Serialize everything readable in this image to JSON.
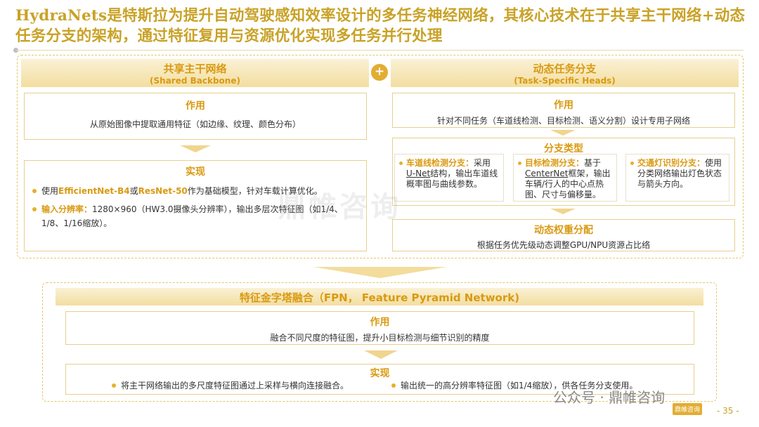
{
  "title": "HydraNets是特斯拉为提升自动驾驶感知效率设计的多任务神经网络，其核心技术在于共享主干网络+动态任务分支的架构，通过特征复用与资源优化实现多任务并行处理",
  "watermark": "鼎帷咨询",
  "plus_symbol": "+",
  "backbone": {
    "title": "共享主干网络",
    "subtitle": "(Shared Backbone)",
    "role": {
      "title": "作用",
      "text": "从原始图像中提取通用特征（如边缘、纹理、颜色分布）"
    },
    "impl": {
      "title": "实现",
      "item1_prefix": "使用",
      "item1_model_a": "EfficientNet-B4",
      "item1_or": "或",
      "item1_model_b": "ResNet-50",
      "item1_suffix": "作为基础模型，针对车载计算优化。",
      "item2_label": "输入分辨率：",
      "item2_text": "1280×960（HW3.0摄像头分辨率），输出多层次特征图（如1/4、1/8、1/16缩放）。"
    }
  },
  "heads": {
    "title": "动态任务分支",
    "subtitle": "(Task-Specific Heads)",
    "role": {
      "title": "作用",
      "text": "针对不同任务（车道线检测、目标检测、语义分割）设计专用子网络"
    },
    "branch_types": {
      "title": "分支类型",
      "lane": {
        "label": "车道线检测分支：",
        "text_a": "采用",
        "model": "U-Net",
        "text_b": "结构，输出车道线概率图与曲线参数。"
      },
      "object": {
        "label": "目标检测分支：",
        "text_a": "基于",
        "model": "CenterNet",
        "text_b": "框架，输出车辆/行人的中心点热图、尺寸与偏移量。"
      },
      "traffic": {
        "label": "交通灯识别分支：",
        "text": "使用分类网络输出灯色状态与箭头方向。"
      }
    },
    "weight": {
      "title": "动态权重分配",
      "text": "根据任务优先级动态调整GPU/NPU资源占比络"
    }
  },
  "fpn": {
    "title": "特征金字塔融合（FPN， Feature Pyramid Network)",
    "role": {
      "title": "作用",
      "text": "融合不同尺度的特征图，提升小目标检测与细节识别的精度"
    },
    "impl": {
      "title": "实现",
      "item1": "将主干网络输出的多尺度特征图通过上采样与横向连接融合。",
      "item2": "输出统一的高分辨率特征图（如1/4缩放），供各任务分支使用。"
    }
  },
  "footer": {
    "brand": "公众号 · 鼎帷咨询",
    "logo": "鼎帷咨询",
    "page": "- 35 -"
  },
  "colors": {
    "accent": "#d99a12",
    "title_gold": "#c9a227",
    "bullet": "#e5b02c",
    "header_bg": "#f3dea0"
  }
}
